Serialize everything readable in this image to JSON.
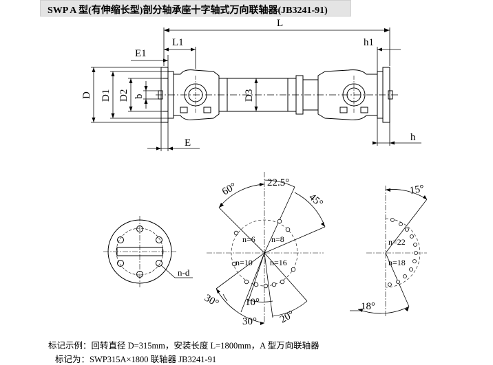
{
  "title": "SWP A 型(有伸缩长型)剖分轴承座十字轴式万向联轴器(JB3241-91)",
  "labels": {
    "L": "L",
    "L1": "L1",
    "E1": "E1",
    "h1": "h1",
    "h": "h",
    "E": "E",
    "D": "D",
    "D1": "D1",
    "D2": "D2",
    "b": "b",
    "D3": "D3",
    "nd": "n-d"
  },
  "angles": {
    "a60": "60°",
    "a22": "22.5°",
    "a45": "45°",
    "a15": "15°",
    "a30a": "30°",
    "a10": "10°",
    "a30b": "30°",
    "a20": "20°",
    "a18": "18°"
  },
  "hole_counts": {
    "n6": "n=6",
    "n8": "n=8",
    "n10": "n=10",
    "n16": "n=16",
    "n22": "n=22",
    "n18": "n=18"
  },
  "caption": {
    "line1": "标记示例：回转直径 D=315mm，安装长度 L=1800mm，A 型万向联轴器",
    "line2": "标记为：SWP315A×1800 联轴器 JB3241-91"
  }
}
